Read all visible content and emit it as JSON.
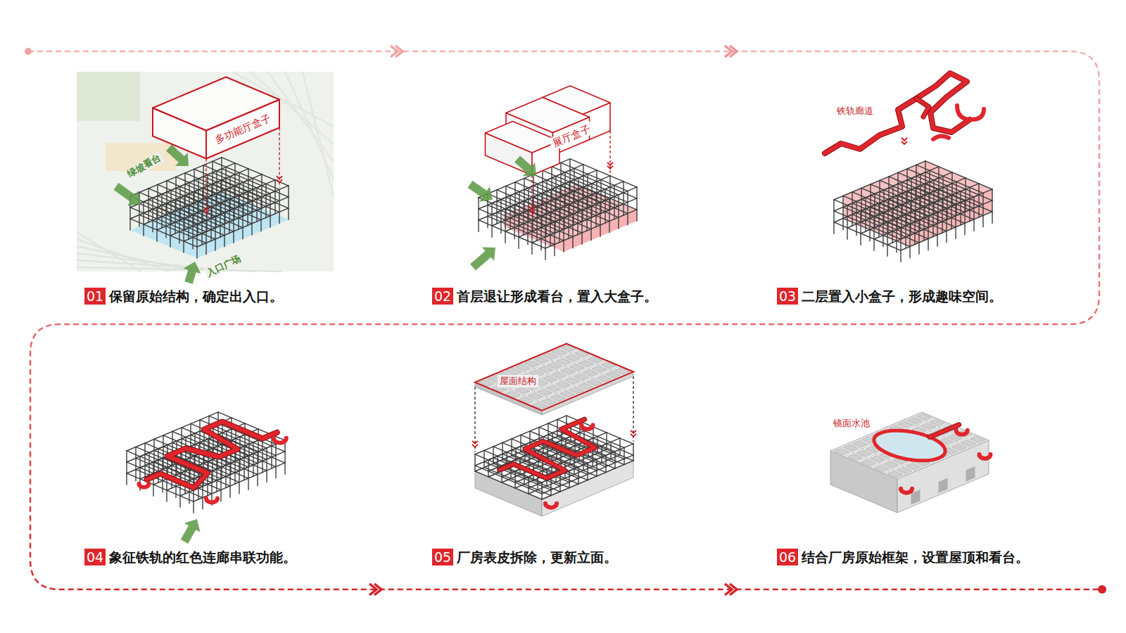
{
  "diagram": {
    "nodes": [
      {
        "text": [
          "多功能厅盒子"
        ]
      },
      {
        "text": [
          "01"
        ]
      },
      {
        "text": [
          "展厅盒子"
        ]
      },
      {
        "text": [
          "02"
        ]
      },
      {
        "text": [
          "03"
        ]
      },
      {
        "text": [
          "屋面结构"
        ]
      },
      {
        "text": [
          "04"
        ]
      },
      {
        "text": [
          "05"
        ]
      },
      {
        "text": [
          "06"
        ]
      }
    ],
    "labels": [
      "绿坡看台",
      "入口广场",
      "保留原始结构，确定出入口。",
      "首层退让形成看台，置入大盒子。",
      "铁轨廊道",
      "二层置入小盒子，形成趣味空间。",
      "象征铁轨的红色连廊串联功能。",
      "厂房表皮拆除，更新立面。",
      "镜面水池",
      "结合厂房原始框架，设置屋顶和看台。"
    ]
  }
}
